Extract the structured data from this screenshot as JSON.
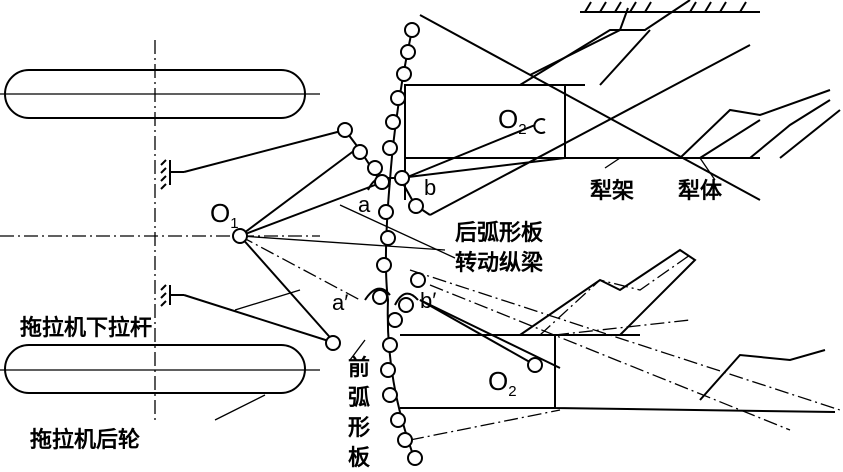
{
  "labels": {
    "o1": "O",
    "o1_sub": "1",
    "o2_top": "O",
    "o2_top_sub": "2",
    "o2_bottom": "O",
    "o2_bottom_sub": "2",
    "a": "a",
    "a_prime": "a′",
    "b": "b",
    "b_prime": "b′",
    "plow_frame": "犁架",
    "plow_body": "犁体",
    "rear_arc_plate": "后弧形板",
    "rotating_beam": "转动纵梁",
    "tractor_lower_link": "拖拉机下拉杆",
    "front_arc_plate": [
      "前",
      "弧",
      "形",
      "板"
    ],
    "tractor_rear_wheel": "拖拉机后轮"
  }
}
